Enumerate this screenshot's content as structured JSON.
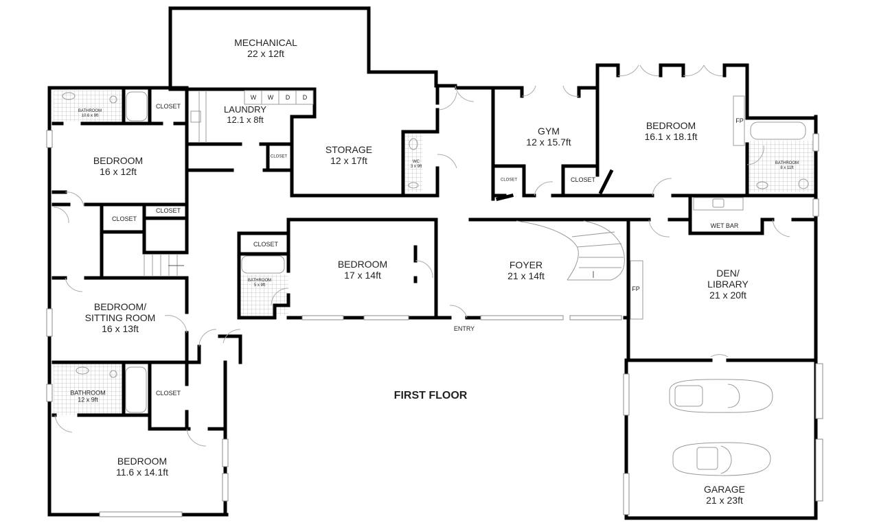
{
  "plan": {
    "title": "FIRST FLOOR",
    "entry_label": "ENTRY",
    "rooms": {
      "mechanical": {
        "name": "MECHANICAL",
        "size": "22 x 12ft"
      },
      "laundry": {
        "name": "LAUNDRY",
        "size": "12.1 x 8ft",
        "appliances": [
          "W",
          "W",
          "D",
          "D"
        ]
      },
      "storage": {
        "name": "STORAGE",
        "size": "12 x 17ft"
      },
      "wc": {
        "name": "WC",
        "size": "3 x 9ft"
      },
      "gym": {
        "name": "GYM",
        "size": "12 x 15.7ft"
      },
      "bedroom_ne": {
        "name": "BEDROOM",
        "size": "16.1 x 18.1ft"
      },
      "bathroom_ne": {
        "name": "BATHROOM",
        "size": "8 x 11ft"
      },
      "bathroom_nw": {
        "name": "BATHROOM",
        "size": "10.6 x 9ft"
      },
      "bedroom_nw": {
        "name": "BEDROOM",
        "size": "16 x 12ft"
      },
      "bedroom_center": {
        "name": "BEDROOM",
        "size": "17 x 14ft"
      },
      "bathroom_center": {
        "name": "BATHROOM",
        "size": "5 x 9ft"
      },
      "foyer": {
        "name": "FOYER",
        "size": "21 x 14ft"
      },
      "den": {
        "name": "DEN/",
        "name2": "LIBRARY",
        "size": "21 x 20ft"
      },
      "bedroom_sitting": {
        "name": "BEDROOM/",
        "name2": "SITTING ROOM",
        "size": "16 x 13ft"
      },
      "bathroom_sw": {
        "name": "BATHROOM",
        "size": "12 x 9ft"
      },
      "bedroom_sw": {
        "name": "BEDROOM",
        "size": "11.6 x 14.1ft"
      },
      "garage": {
        "name": "GARAGE",
        "size": "21 x 23ft"
      },
      "wet_bar": {
        "name": "WET BAR"
      }
    },
    "closets": {
      "closet_nw": "CLOSET",
      "closet_laundry": "CLOSET",
      "closet_hall_a": "CLOSET",
      "closet_hall_b": "CLOSET",
      "closet_center": "CLOSET",
      "closet_gym_left": "CLOSET",
      "closet_gym_right": "CLOSET",
      "closet_sw": "CLOSET"
    },
    "fireplaces": [
      "FP",
      "FP"
    ]
  }
}
